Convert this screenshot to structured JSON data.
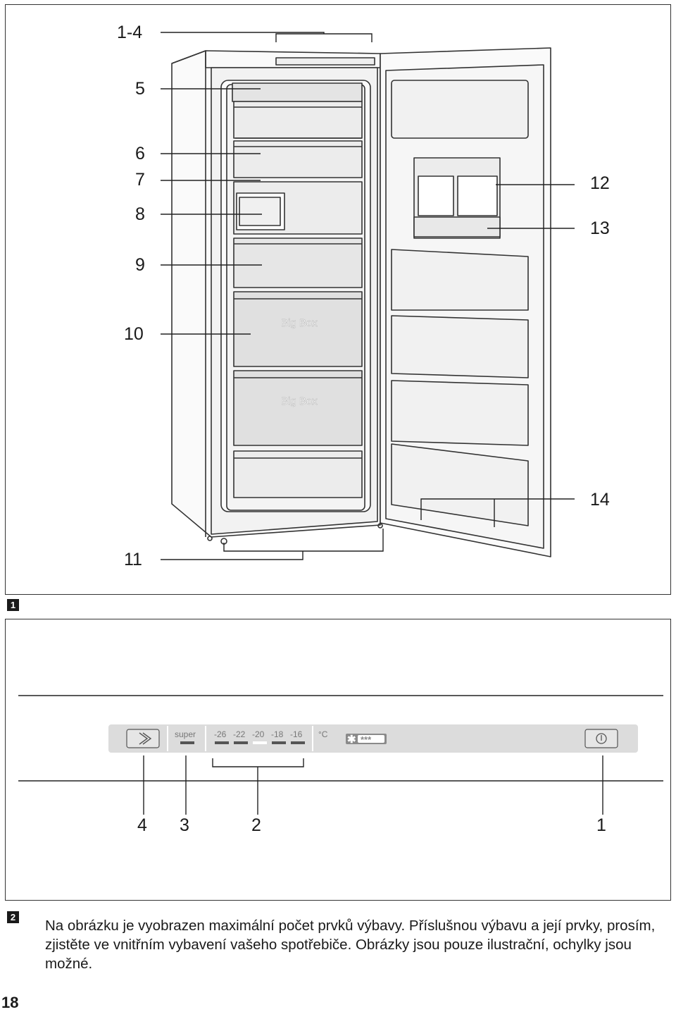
{
  "figure1": {
    "badge": "1",
    "callouts": {
      "c1_4": "1-4",
      "c5": "5",
      "c6": "6",
      "c7": "7",
      "c8": "8",
      "c9": "9",
      "c10": "10",
      "c11": "11",
      "c12": "12",
      "c13": "13",
      "c14": "14"
    },
    "drawer_labels": [
      "Big Box",
      "Big Box"
    ]
  },
  "figure2": {
    "badge": "2",
    "panel": {
      "super_label": "super",
      "temperatures": [
        "-26",
        "-22",
        "-20",
        "-18",
        "-16"
      ],
      "selected_temperature": "-20",
      "unit": "°C",
      "stars": "***"
    },
    "callouts": {
      "c4": "4",
      "c3": "3",
      "c2": "2",
      "c1": "1"
    }
  },
  "caption": "Na obrázku je vyobrazen maximální počet prvků výbavy. Příslušnou výbavu a její prvky, prosím, zjistěte ve vnitřním vybavení  vašeho spotřebiče. Obrázky jsou pouze ilustrační, ochylky jsou možné.",
  "page_number": "18"
}
